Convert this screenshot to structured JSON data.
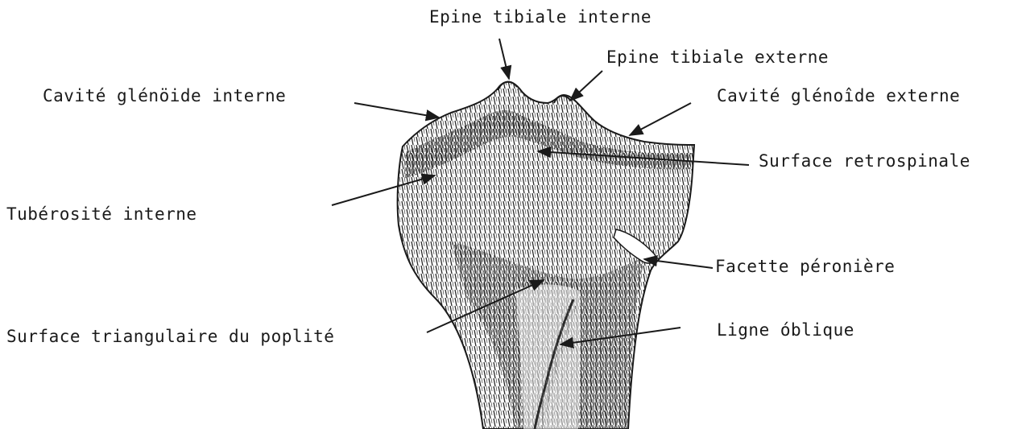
{
  "diagram": {
    "labels": {
      "epine_interne": "Epine tibiale interne",
      "epine_externe": "Epine tibiale externe",
      "cavite_interne": "Cavité glénöide interne",
      "cavite_externe": "Cavité glénoîde externe",
      "surface_retrospinale": "Surface retrospinale",
      "tuberosite_interne": "Tubérosité interne",
      "facette_peroniere": "Facette  péronière",
      "surface_triangulaire": "Surface triangulaire du poplité",
      "ligne_oblique": "Ligne óblique"
    },
    "colors": {
      "ink": "#1a1a1a",
      "bone_hatch": "#2b2b2b",
      "background": "#ffffff"
    }
  }
}
